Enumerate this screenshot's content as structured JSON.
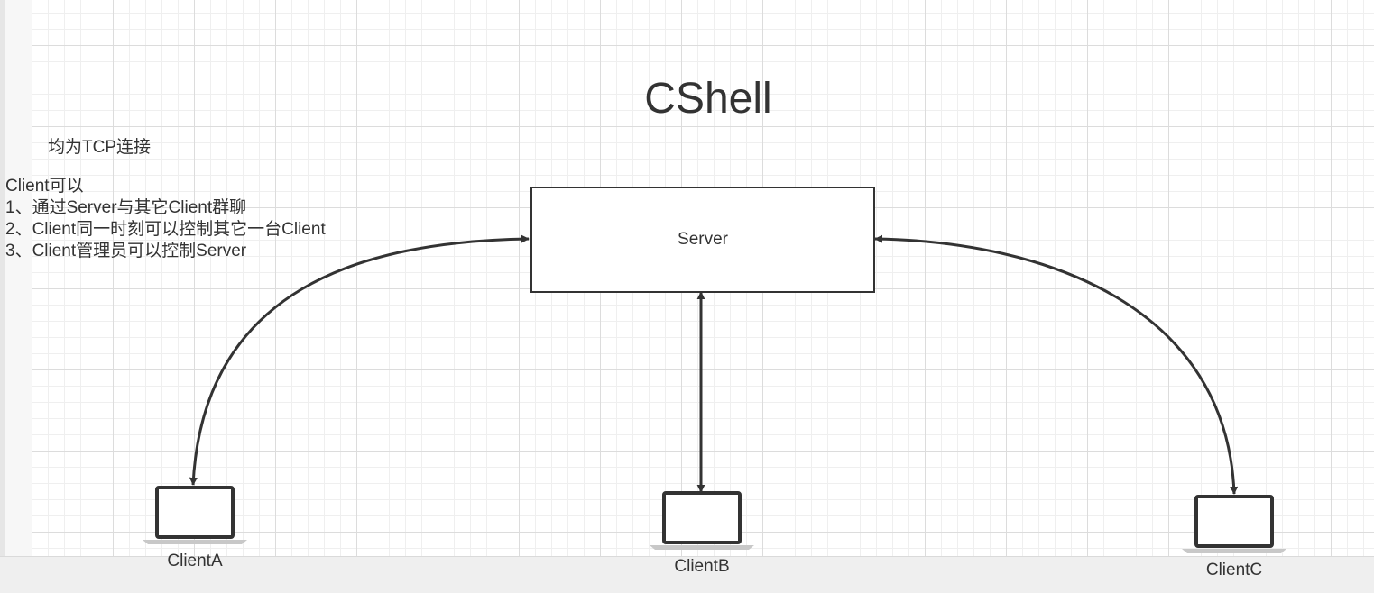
{
  "diagram": {
    "title": "CShell",
    "note_tcp": "均为TCP连接",
    "note_lines": [
      "Client可以",
      "1、通过Server与其它Client群聊",
      "2、Client同一时刻可以控制其它一台Client",
      "3、Client管理员可以控制Server"
    ],
    "server_label": "Server",
    "clients": [
      "ClientA",
      "ClientB",
      "ClientC"
    ],
    "icons": {
      "client": "laptop-icon"
    },
    "colors": {
      "stroke": "#333333",
      "grid": "#dcdcdc",
      "background": "#ffffff"
    }
  }
}
